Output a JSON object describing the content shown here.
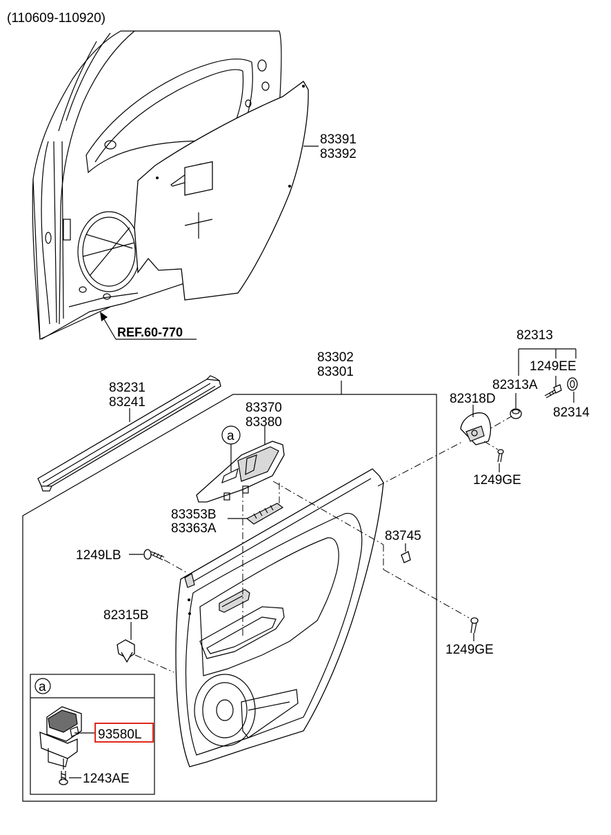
{
  "header": {
    "date_range": "(110609-110920)"
  },
  "reference": {
    "label": "REF.60-770"
  },
  "parts": {
    "p83391": "83391",
    "p83392": "83392",
    "p83302": "83302",
    "p83301": "83301",
    "p83231": "83231",
    "p83241": "83241",
    "p83370": "83370",
    "p83380": "83380",
    "p83353B": "83353B",
    "p83363A": "83363A",
    "p83745": "83745",
    "p1249LB": "1249LB",
    "p82315B": "82315B",
    "p82313": "82313",
    "p1249EE": "1249EE",
    "p82313A": "82313A",
    "p82318D": "82318D",
    "p82314": "82314",
    "p1249GE_top": "1249GE",
    "p1249GE_bottom": "1249GE",
    "p93580L": "93580L",
    "p1243AE": "1243AE"
  },
  "callouts": {
    "a_main": "a",
    "a_inset": "a"
  },
  "highlight": {
    "part": "93580L",
    "color": "#e0261b"
  }
}
